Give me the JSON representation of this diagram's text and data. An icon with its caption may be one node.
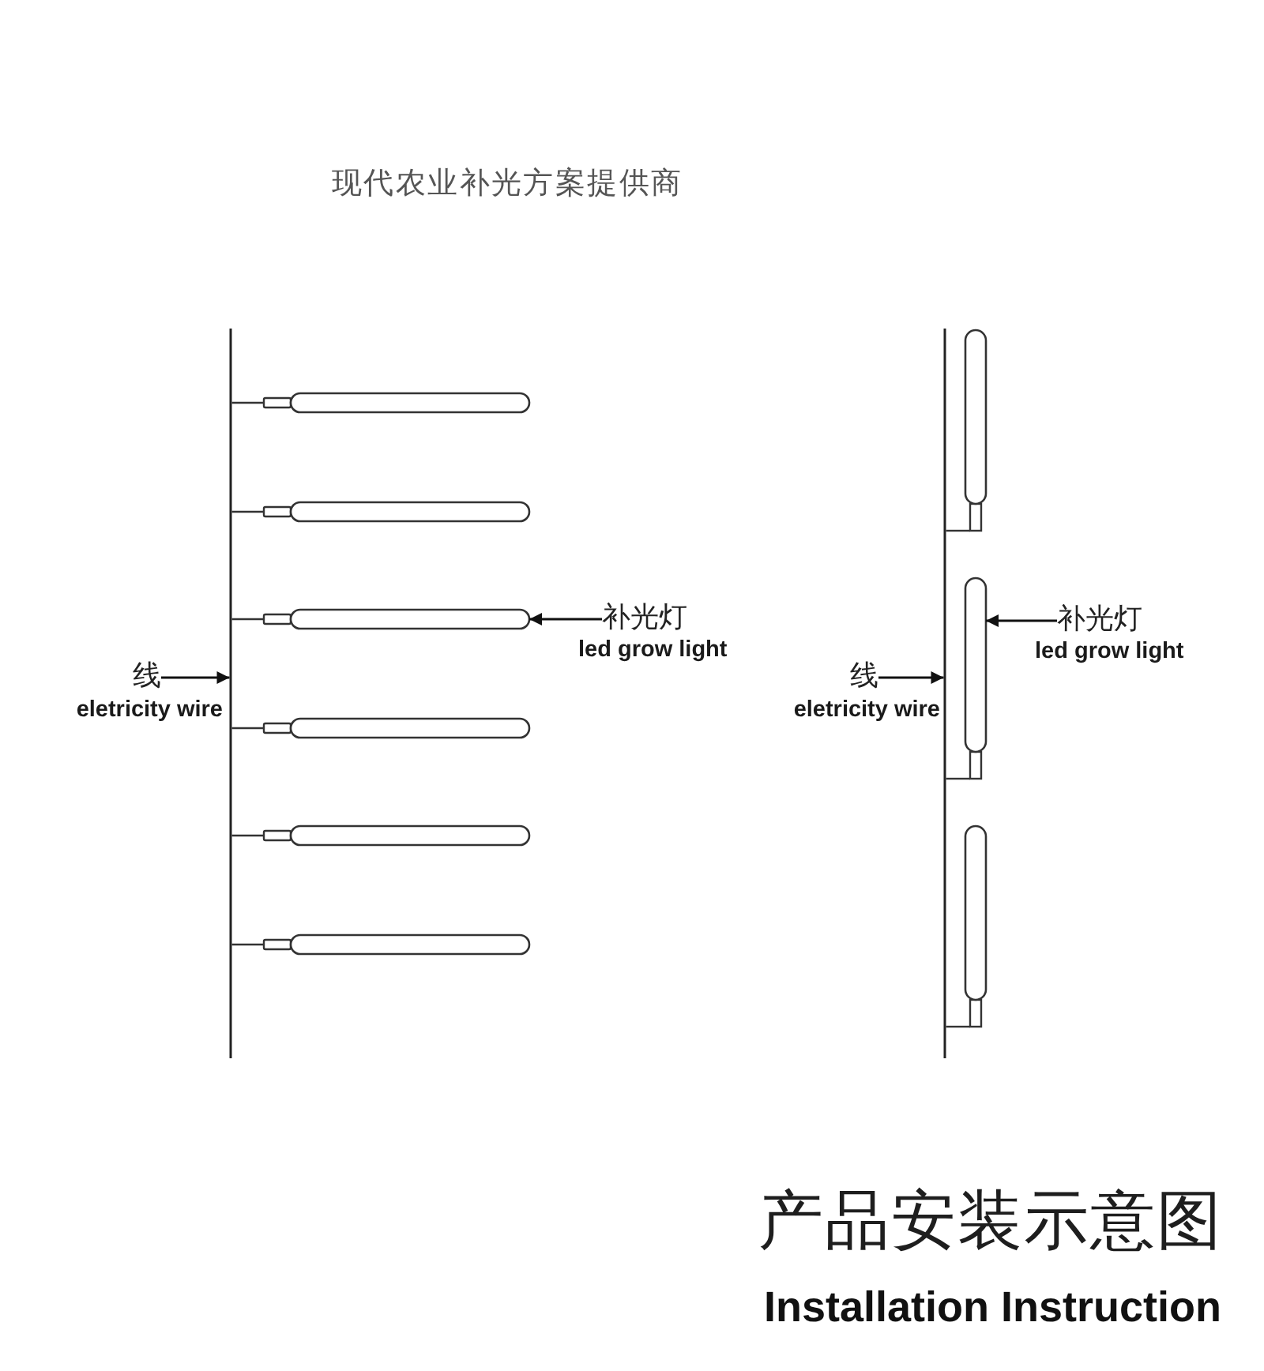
{
  "diagram": {
    "title": "产品安装示意图",
    "nodes": [
      {
        "text": [],
        "shape": "line"
      },
      {
        "text": [],
        "shape": "bar"
      },
      {
        "text": [],
        "shape": "bar"
      },
      {
        "text": [],
        "shape": "bar"
      },
      {
        "text": [],
        "shape": "bar"
      },
      {
        "text": [],
        "shape": "bar"
      },
      {
        "text": [],
        "shape": "bar"
      },
      {
        "text": [
          "补光灯"
        ],
        "beside": [
          "led grow light"
        ]
      },
      {
        "text": [
          "线"
        ],
        "beside": [
          "eletricity wire"
        ]
      },
      {
        "text": [],
        "shape": "line"
      },
      {
        "text": [],
        "shape": "bar"
      },
      {
        "text": [],
        "shape": "bar"
      },
      {
        "text": [],
        "shape": "bar"
      },
      {
        "text": [
          "补光灯"
        ],
        "beside": [
          "led grow light"
        ]
      },
      {
        "text": [
          "线"
        ],
        "beside": [
          "eletricity wire"
        ]
      }
    ],
    "edges": [
      {
        "from": 0,
        "to": 1,
        "arrow": "none"
      },
      {
        "from": 0,
        "to": 2,
        "arrow": "none"
      },
      {
        "from": 0,
        "to": 3,
        "arrow": "none"
      },
      {
        "from": 0,
        "to": 4,
        "arrow": "none"
      },
      {
        "from": 0,
        "to": 5,
        "arrow": "none"
      },
      {
        "from": 0,
        "to": 6,
        "arrow": "none"
      },
      {
        "from": 7,
        "to": 3,
        "arrow": "to"
      },
      {
        "from": 8,
        "to": 0,
        "arrow": "to"
      },
      {
        "from": 9,
        "to": 10,
        "arrow": "none"
      },
      {
        "from": 9,
        "to": 11,
        "arrow": "none"
      },
      {
        "from": 9,
        "to": 12,
        "arrow": "none"
      },
      {
        "from": 13,
        "to": 11,
        "arrow": "to"
      },
      {
        "from": 14,
        "to": 9,
        "arrow": "to"
      }
    ],
    "labels": [
      "现代农业补光方案提供商",
      "Installation Instruction"
    ]
  }
}
